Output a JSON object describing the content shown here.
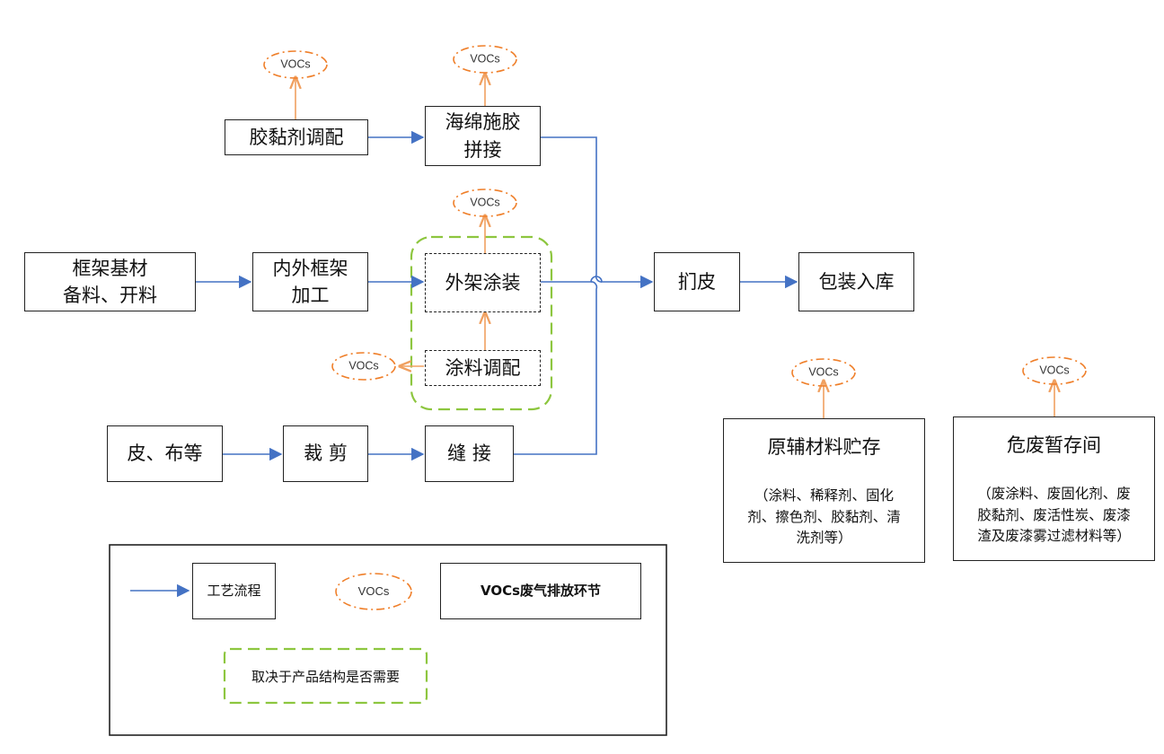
{
  "nodes": {
    "adhesive_mixing": "胶黏剂调配",
    "sponge_gluing": [
      "海绵施胶",
      "拼接"
    ],
    "frame_material": [
      "框架基材",
      "备料、开料"
    ],
    "frame_processing": [
      "内外框架",
      "加工"
    ],
    "outer_coating": "外架涂装",
    "coating_mixing": "涂料调配",
    "hide_cloth": "皮、布等",
    "cutting": "裁 剪",
    "sewing": "缝 接",
    "upholstery": "扪皮",
    "packaging": "包装入库"
  },
  "storage": {
    "raw_materials": {
      "title": "原辅材料贮存",
      "note": [
        "（涂料、稀释剂、固化",
        "剂、擦色剂、胶黏剂、清",
        "洗剂等）"
      ]
    },
    "hazardous_waste": {
      "title": "危废暂存间",
      "note": [
        "（废涂料、废固化剂、废",
        "胶黏剂、废活性炭、废漆",
        "渣及废漆雾过滤材料等）"
      ]
    }
  },
  "voc_label": "VOCs",
  "legend": {
    "process_flow": "工艺流程",
    "voc_sample": "VOCs",
    "voc_emission": "VOCs废气排放环节",
    "optional": "取决于产品结构是否需要"
  },
  "colors": {
    "flow": "#4472c4",
    "voc_arrow": "#f0a060",
    "voc_ellipse": "#ef7f2a",
    "optional_border": "#8dc63f"
  }
}
